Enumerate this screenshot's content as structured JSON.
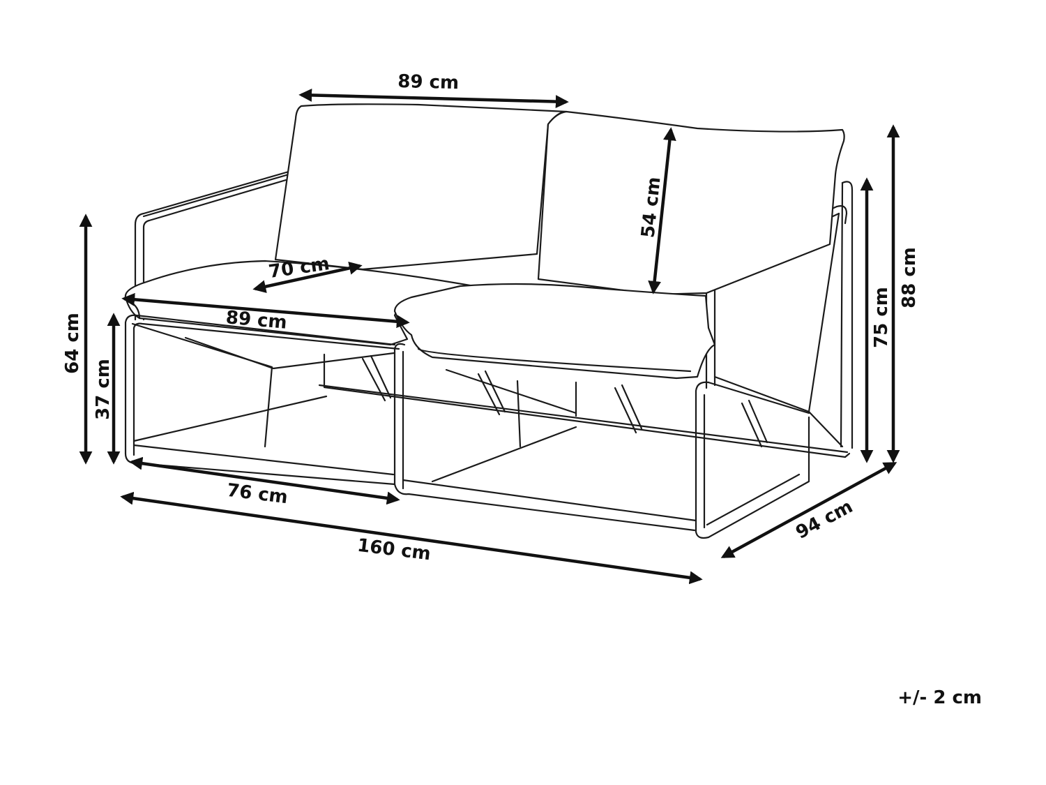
{
  "dimensions": {
    "back_width": "89 cm",
    "back_height": "54 cm",
    "seat_depth": "70 cm",
    "seat_width": "89 cm",
    "arm_height": "64 cm",
    "seat_height": "37 cm",
    "total_height_arm_frame": "75 cm",
    "total_height": "88 cm",
    "frame_depth": "76 cm",
    "total_width": "160 cm",
    "total_depth": "94 cm"
  },
  "tolerance": "+/- 2 cm",
  "colors": {
    "line": "#1a1a1a",
    "background": "#ffffff"
  }
}
